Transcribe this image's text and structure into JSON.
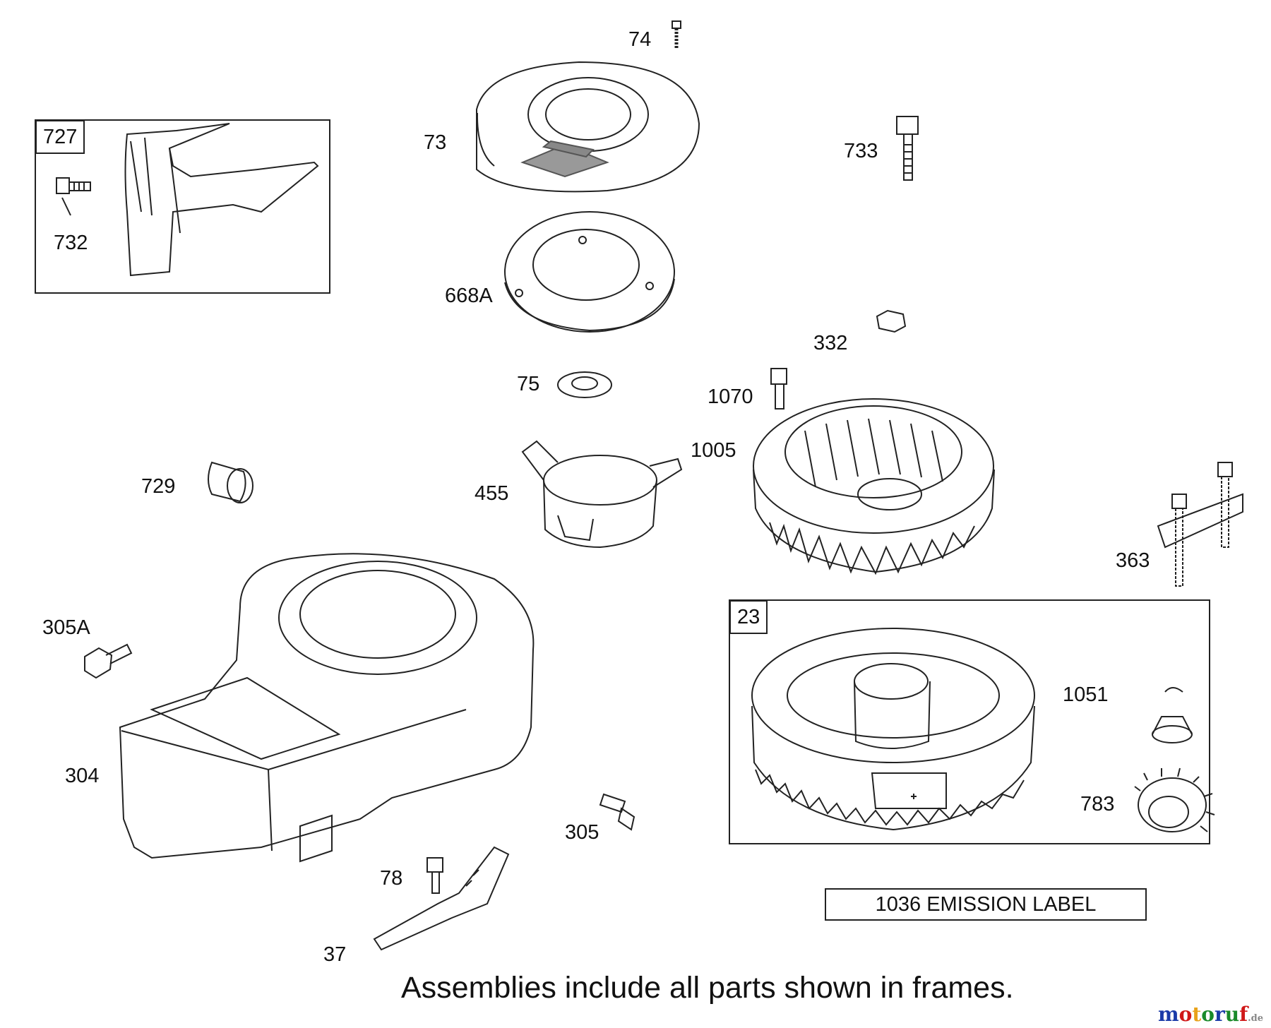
{
  "frames": [
    {
      "tag": "727"
    },
    {
      "tag": "23"
    }
  ],
  "labels": {
    "p74": "74",
    "p73": "73",
    "p733": "733",
    "p727": "727",
    "p732": "732",
    "p668A": "668A",
    "p332": "332",
    "p75": "75",
    "p1070": "1070",
    "p1005": "1005",
    "p729": "729",
    "p455": "455",
    "p363": "363",
    "p305A": "305A",
    "p23": "23",
    "p1051": "1051",
    "p304": "304",
    "p783": "783",
    "p305": "305",
    "p78": "78",
    "p37": "37"
  },
  "emission_label": "1036 EMISSION LABEL",
  "footer_note": "Assemblies include all parts shown in frames.",
  "watermark": {
    "main": "motoruf",
    "suffix": ".de",
    "colors": [
      "#1a3aa8",
      "#d01818",
      "#e8a21a",
      "#1a8a2a",
      "#1a3aa8",
      "#1a8a2a",
      "#d01818"
    ]
  }
}
